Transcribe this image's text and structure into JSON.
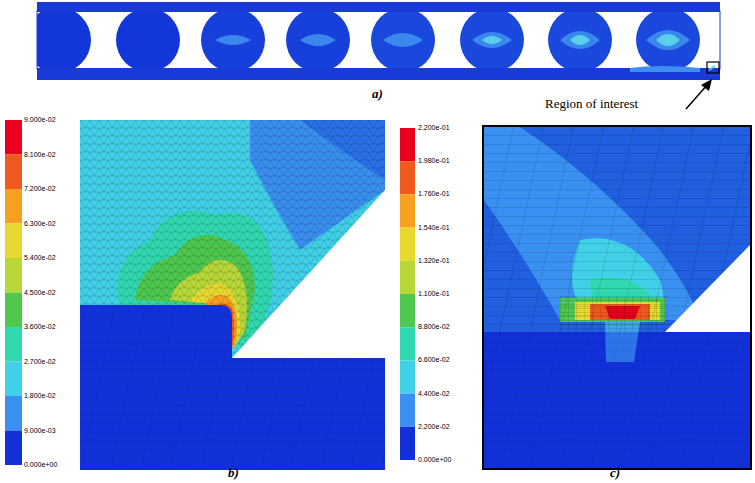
{
  "diagram": {
    "labels": [
      "a)",
      "Region of interest",
      "9.000e-02",
      "8.100e-02",
      "7.200e-02",
      "6.300e-02",
      "5.400e-02",
      "4.500e-02",
      "3.600e-02",
      "2.700e-02",
      "1.800e-02",
      "9.000e-03",
      "0.000e+00",
      "b)",
      "2.200e-01",
      "1.980e-01",
      "1.760e-01",
      "1.540e-01",
      "1.320e-01",
      "1.100e-01",
      "8.800e-02",
      "6.600e-02",
      "4.400e-02",
      "2.200e-02",
      "0.000e+00",
      "c)"
    ]
  }
}
